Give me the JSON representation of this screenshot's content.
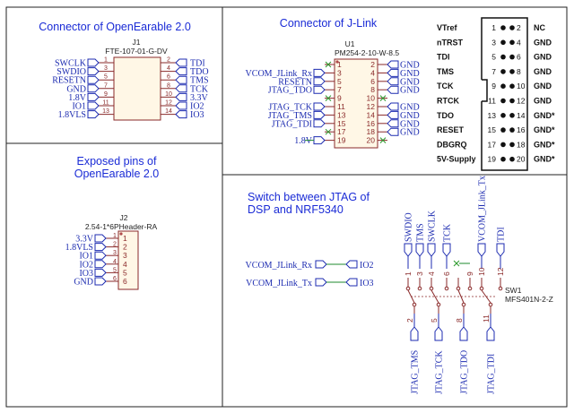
{
  "sections": {
    "openearable_connector": {
      "title": "Connector of OpenEarable 2.0",
      "ref": "J1",
      "part": "FTE-107-01-G-DV",
      "left_nets": [
        "SWCLK",
        "SWDIO",
        "RESETN",
        "GND",
        "1.8V",
        "IO1",
        "1.8VLS"
      ],
      "right_nets": [
        "TDI",
        "TDO",
        "TMS",
        "TCK",
        "3.3V",
        "IO2",
        "IO3"
      ],
      "left_pins": [
        "1",
        "3",
        "5",
        "7",
        "9",
        "11",
        "13"
      ],
      "right_pins": [
        "2",
        "4",
        "6",
        "8",
        "10",
        "12",
        "14"
      ]
    },
    "jlink_connector": {
      "title": "Connector of J-Link",
      "ref": "U1",
      "part": "PM254-2-10-W-8.5",
      "left_nets": [
        "",
        "VCOM_JLink_Rx",
        "RESETN",
        "JTAG_TDO",
        "",
        "JTAG_TCK",
        "JTAG_TMS",
        "JTAG_TDI",
        "",
        "1.8V"
      ],
      "right_nets": [
        "GND",
        "GND",
        "GND",
        "GND",
        "",
        "GND",
        "GND",
        "GND",
        "GND",
        ""
      ],
      "left_pins": [
        "1",
        "3",
        "5",
        "7",
        "9",
        "11",
        "13",
        "15",
        "17",
        "19"
      ],
      "right_pins": [
        "2",
        "4",
        "6",
        "8",
        "10",
        "12",
        "14",
        "16",
        "18",
        "20"
      ]
    },
    "pinout_table": {
      "rows": [
        {
          "l": "VTref",
          "a": "1",
          "b": "2",
          "r": "NC"
        },
        {
          "l": "nTRST",
          "a": "3",
          "b": "4",
          "r": "GND"
        },
        {
          "l": "TDI",
          "a": "5",
          "b": "6",
          "r": "GND"
        },
        {
          "l": "TMS",
          "a": "7",
          "b": "8",
          "r": "GND"
        },
        {
          "l": "TCK",
          "a": "9",
          "b": "10",
          "r": "GND"
        },
        {
          "l": "RTCK",
          "a": "11",
          "b": "12",
          "r": "GND"
        },
        {
          "l": "TDO",
          "a": "13",
          "b": "14",
          "r": "GND*"
        },
        {
          "l": "RESET",
          "a": "15",
          "b": "16",
          "r": "GND*"
        },
        {
          "l": "DBGRQ",
          "a": "17",
          "b": "18",
          "r": "GND*"
        },
        {
          "l": "5V-Supply",
          "a": "19",
          "b": "20",
          "r": "GND*"
        }
      ]
    },
    "exposed_pins": {
      "title_line1": "Exposed pins of",
      "title_line2": "OpenEarable 2.0",
      "ref": "J2",
      "part": "2.54-1*6PHeader-RA",
      "nets": [
        "3.3V",
        "1.8VLS",
        "IO1",
        "IO2",
        "IO3",
        "GND"
      ],
      "pins": [
        "1",
        "2",
        "3",
        "4",
        "5",
        "6"
      ]
    },
    "switch": {
      "title_line1": "Switch between JTAG of",
      "title_line2": "DSP and NRF5340",
      "ref": "SW1",
      "part": "MFS401N-2-Z",
      "vcom_rx_left": "VCOM_JLink_Rx",
      "vcom_rx_right": "IO2",
      "vcom_tx_left": "VCOM_JLink_Tx",
      "vcom_tx_right": "IO3",
      "top_nets": [
        "SWDIO",
        "TMS",
        "SWCLK",
        "TCK",
        "VCOM_JLink_Tx",
        "TDI"
      ],
      "top_pins": [
        "1",
        "3",
        "4",
        "6",
        "9",
        "10",
        "12"
      ],
      "bottom_nets": [
        "JTAG_TMS",
        "JTAG_TCK",
        "JTAG_TDO",
        "JTAG_TDI"
      ],
      "bottom_pins": [
        "2",
        "5",
        "8",
        "11"
      ]
    }
  }
}
